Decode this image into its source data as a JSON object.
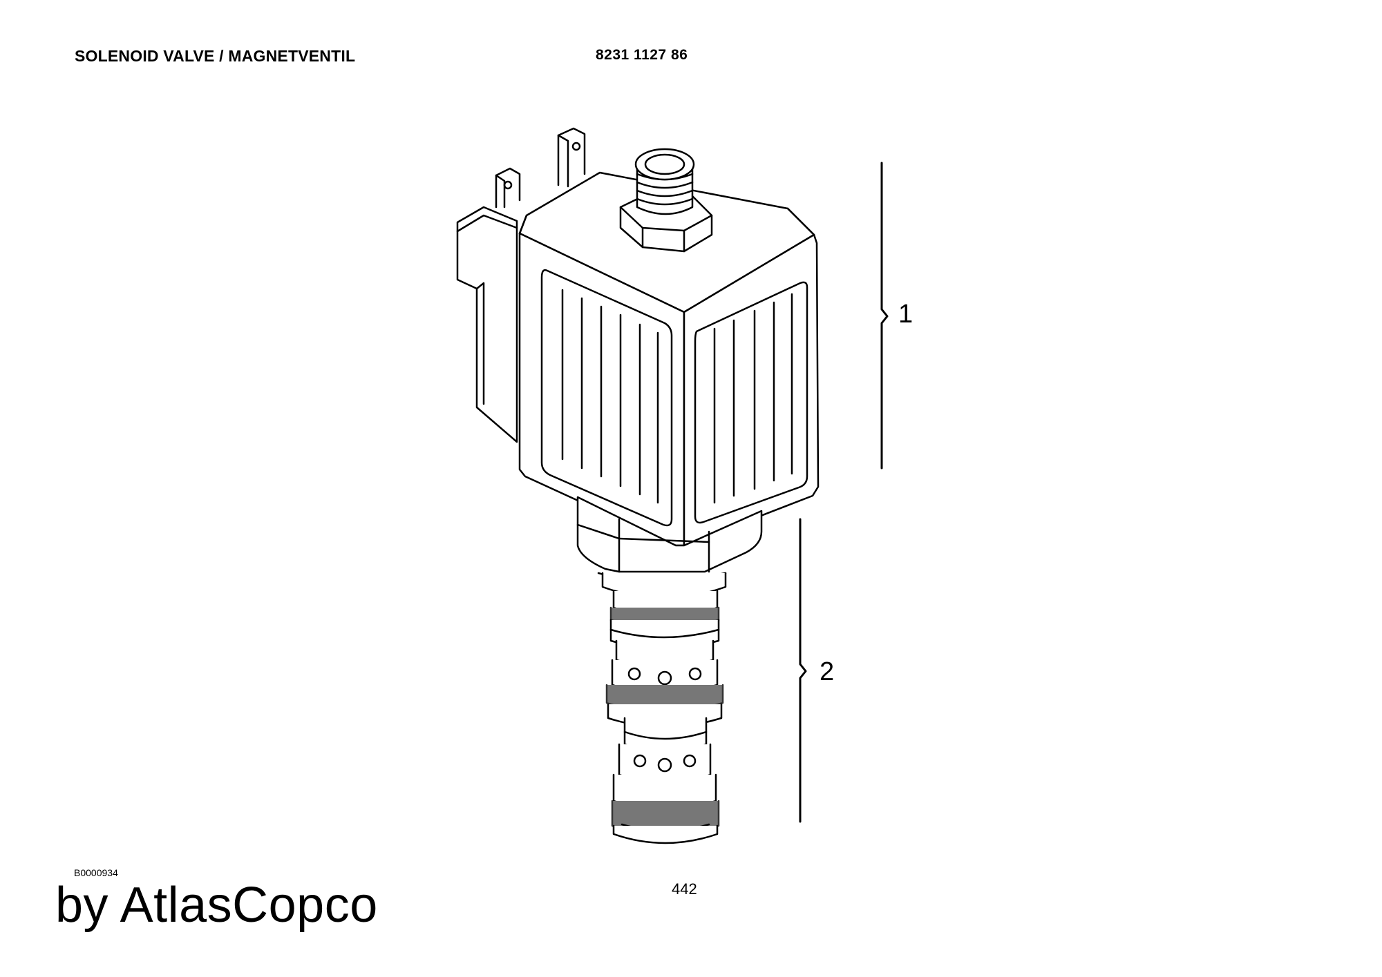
{
  "header": {
    "title": "SOLENOID VALVE / MAGNETVENTIL",
    "part_number": "8231 1127 86"
  },
  "drawing": {
    "code": "B0000934",
    "callouts": [
      {
        "id": "1",
        "label": "1",
        "refers_to": "solenoid coil assembly"
      },
      {
        "id": "2",
        "label": "2",
        "refers_to": "valve cartridge"
      }
    ]
  },
  "footer": {
    "page_number": "442",
    "brand_text": "by AtlasCopco"
  }
}
